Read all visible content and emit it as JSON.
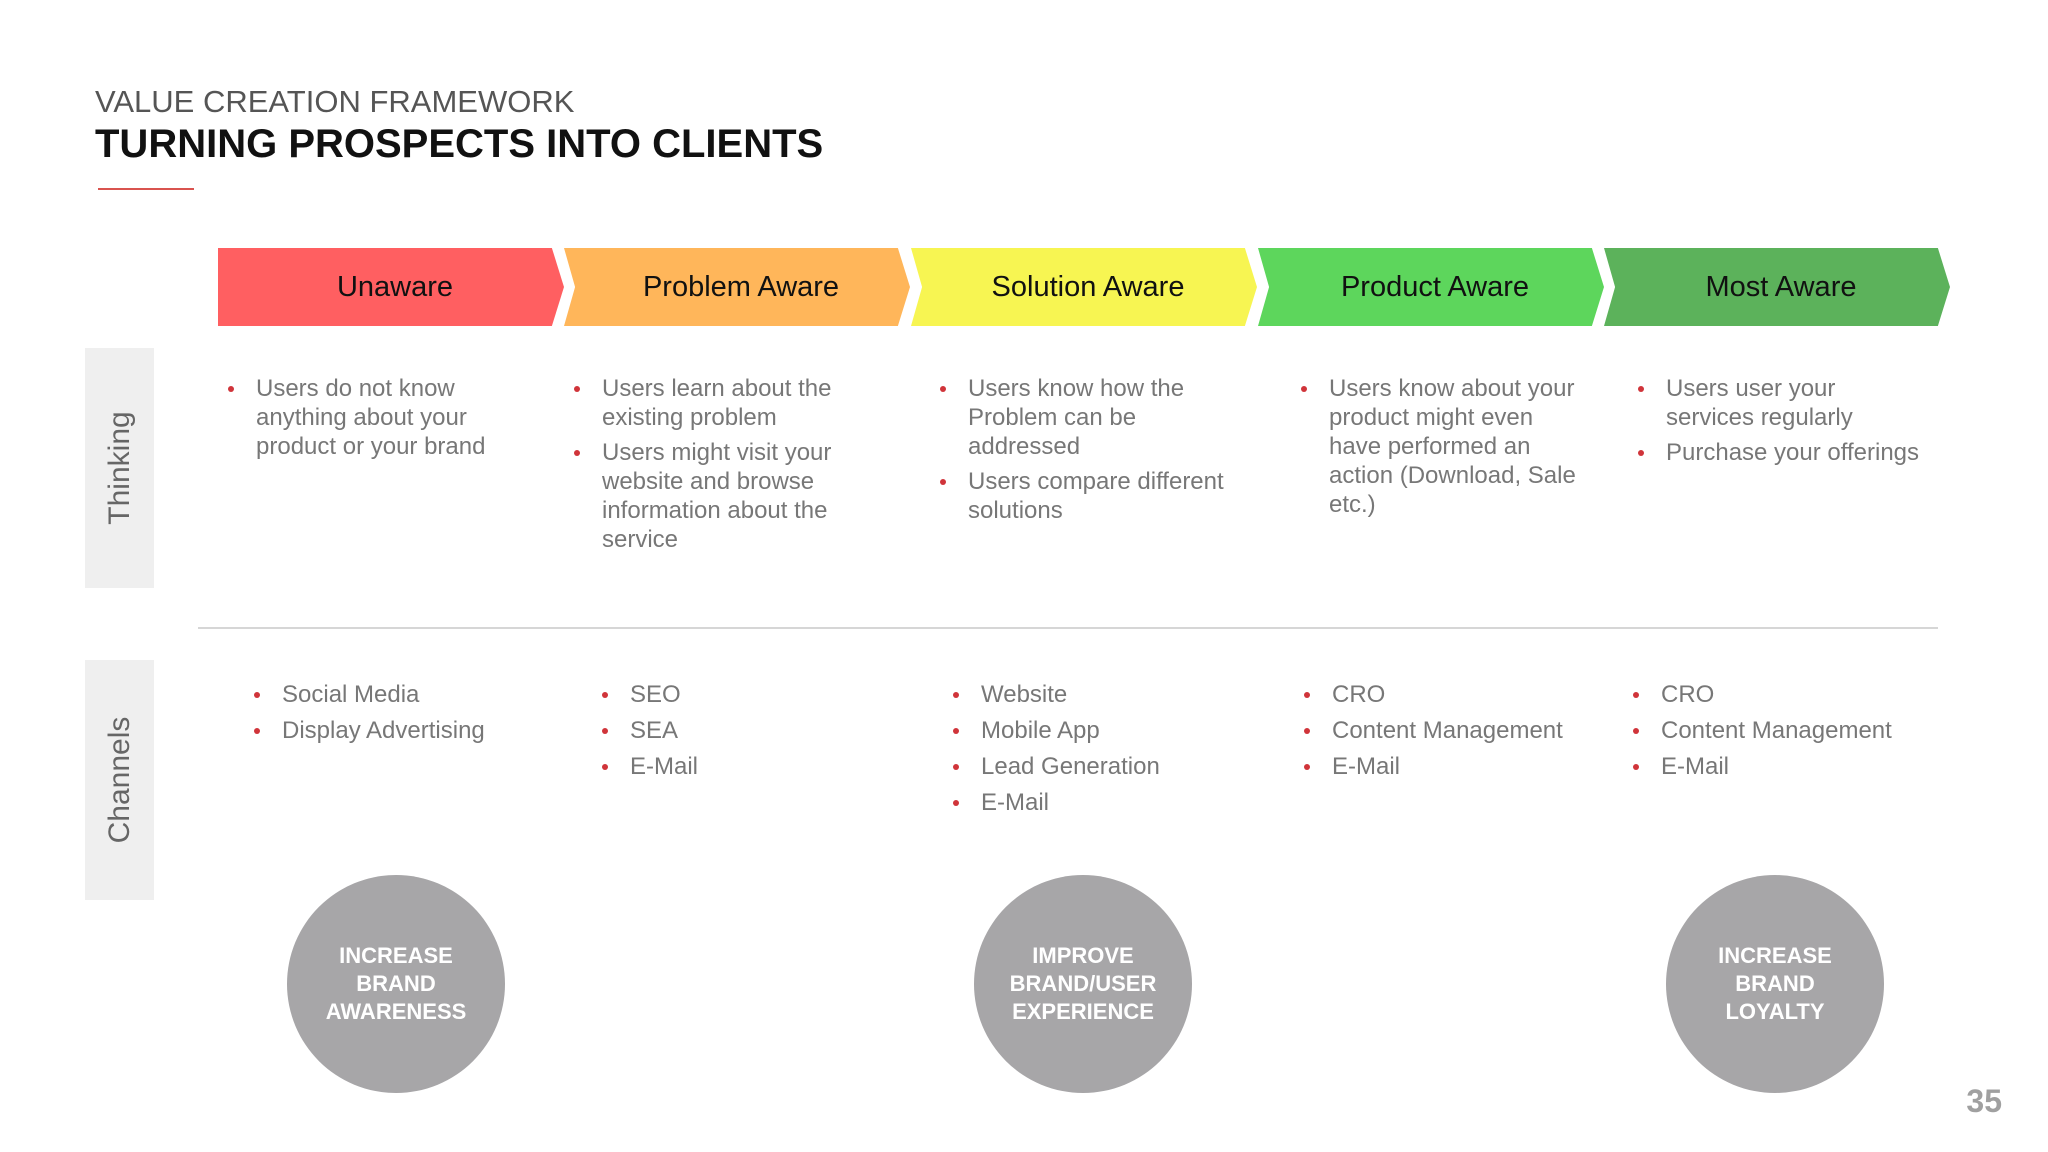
{
  "header": {
    "subtitle": "VALUE CREATION FRAMEWORK",
    "title": "TURNING PROSPECTS INTO CLIENTS"
  },
  "rows": {
    "thinking": "Thinking",
    "channels": "Channels"
  },
  "colors": {
    "accent": "#d0343a",
    "unaware": "#ff5f61",
    "problem_aware": "#ffb65a",
    "solution_aware": "#f7f552",
    "product_aware": "#5dd65c",
    "most_aware": "#5cb25b",
    "goal_circle": "#a7a6a8"
  },
  "stages": [
    {
      "label": "Unaware",
      "thinking": [
        "Users do not know anything about your product or your brand"
      ],
      "channels": [
        "Social Media",
        "Display Advertising"
      ]
    },
    {
      "label": "Problem Aware",
      "thinking": [
        "Users learn about the existing problem",
        "Users might visit your website and browse information about the service"
      ],
      "channels": [
        "SEO",
        "SEA",
        "E-Mail"
      ]
    },
    {
      "label": "Solution Aware",
      "thinking": [
        "Users know how the Problem can be addressed",
        "Users compare different solutions"
      ],
      "channels": [
        "Website",
        "Mobile App",
        "Lead Generation",
        "E-Mail"
      ]
    },
    {
      "label": "Product Aware",
      "thinking": [
        "Users know about your product might even have performed an action (Download, Sale etc.)"
      ],
      "channels": [
        "CRO",
        "Content Management",
        "E-Mail"
      ]
    },
    {
      "label": "Most Aware",
      "thinking": [
        "Users user your services regularly",
        "Purchase your offerings"
      ],
      "channels": [
        "CRO",
        "Content Management",
        "E-Mail"
      ]
    }
  ],
  "goals": [
    "INCREASE BRAND AWARENESS",
    "IMPROVE BRAND/USER EXPERIENCE",
    "INCREASE BRAND LOYALTY"
  ],
  "page_number": "35"
}
